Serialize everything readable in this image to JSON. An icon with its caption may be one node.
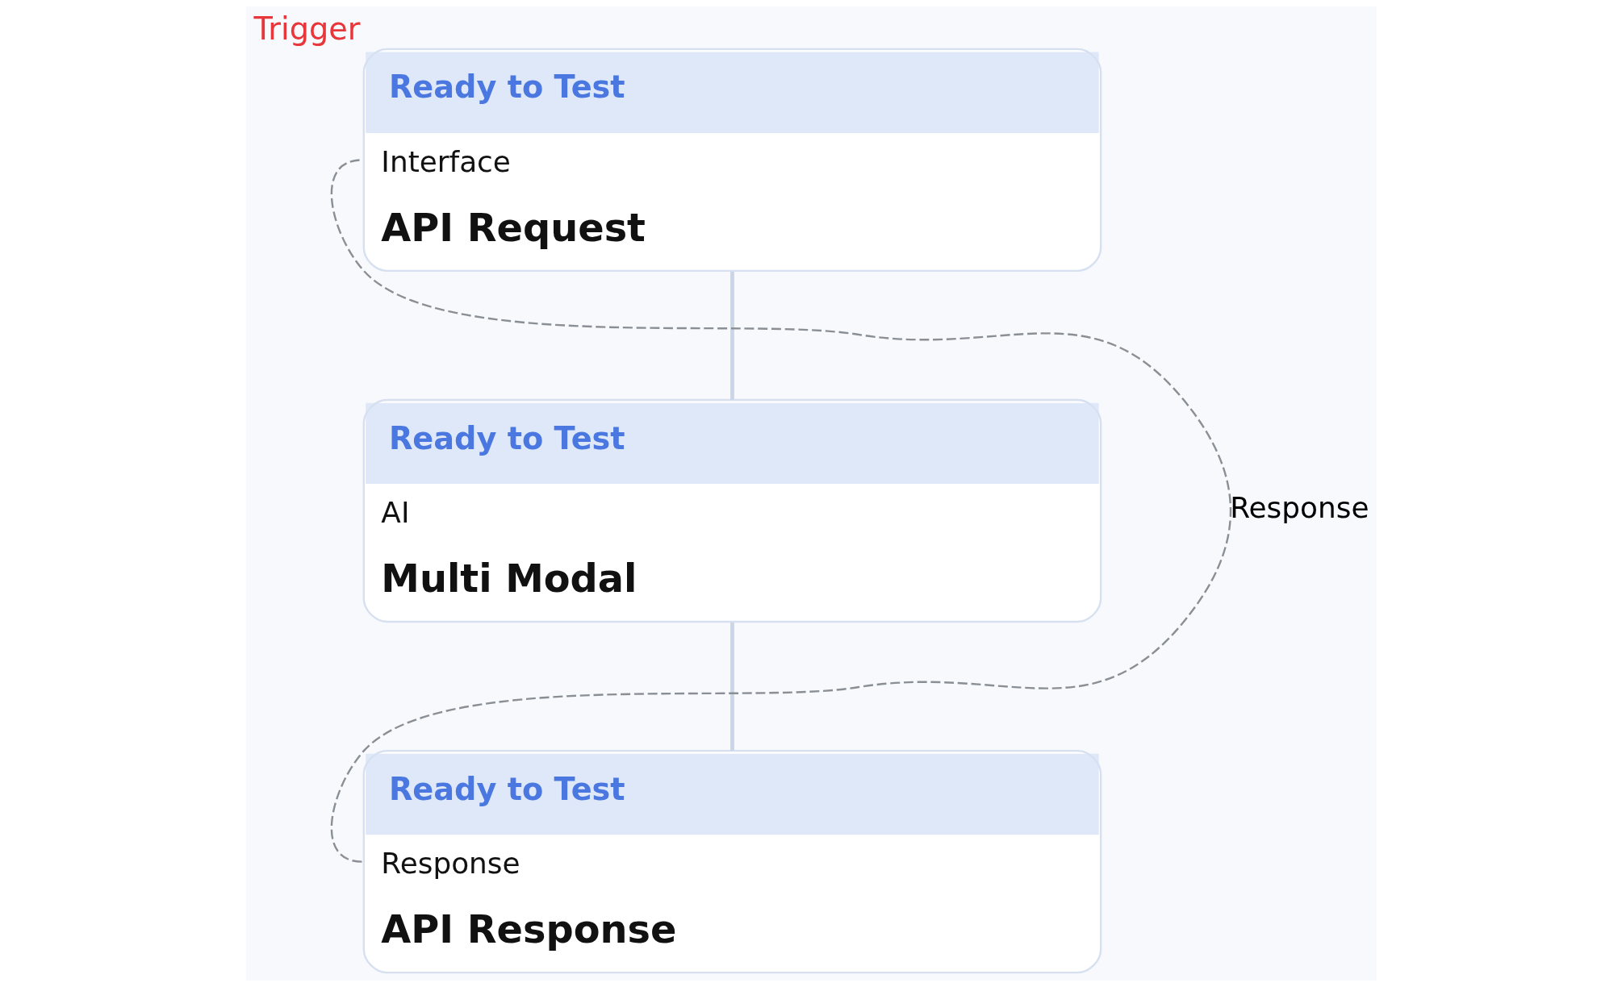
{
  "diagram": {
    "nodes": [
      {
        "text": [
          "Ready to Test",
          "Interface",
          "API Request"
        ],
        "beside": [
          "Trigger"
        ]
      },
      {
        "text": [
          "Ready to Test",
          "AI",
          "Multi Modal"
        ]
      },
      {
        "text": [
          "Ready to Test",
          "Response",
          "API Response"
        ]
      }
    ],
    "edges": [
      {
        "from": 0,
        "to": 1,
        "arrow": "none"
      },
      {
        "from": 1,
        "to": 2,
        "arrow": "none"
      },
      {
        "from": 2,
        "to": 0,
        "arrow": "none",
        "label": "Response",
        "style": "dashed",
        "color": "#8a8f96"
      }
    ]
  }
}
